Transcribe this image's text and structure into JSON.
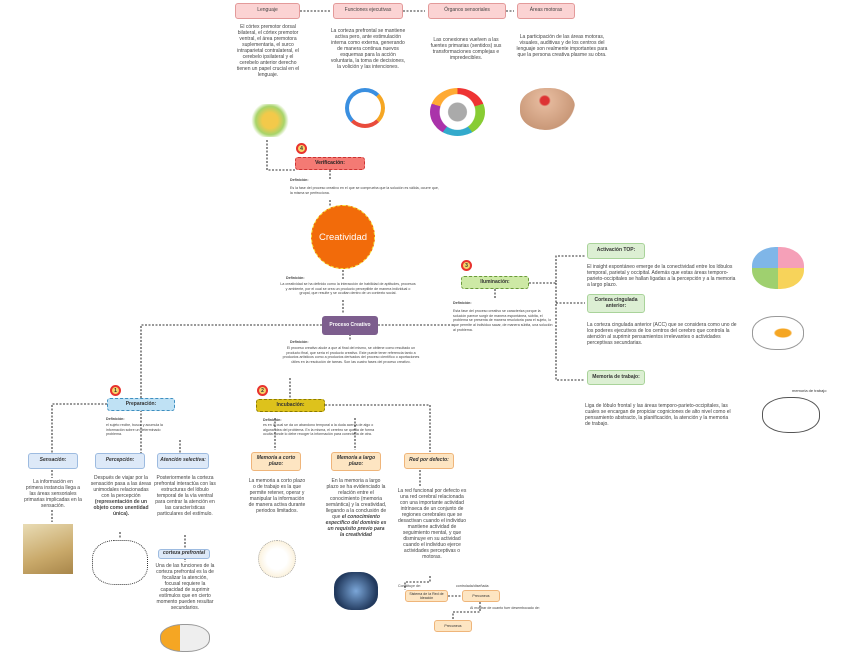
{
  "top": {
    "lenguaje": {
      "label": "Lenguaje",
      "text": "El córtex premotor dorsal bilateral, el córtex premotor ventral, el área premotora suplementaria, el surco intraparietal contralateral, el cerebelo ipsilateral y el cerebelo anterior derecho tienen un papel crucial en el lenguaje."
    },
    "funciones": {
      "label": "Funciones ejecutivas",
      "text": "La corteza prefrontal se mantiene activa pero, ante estimulación interna como externa, generando de manera continua nuevos esquemas para la acción voluntaria, la toma de decisiones, la volición y las intenciones."
    },
    "organos": {
      "label": "Órganos sensoriales",
      "text": "Las conexiones vuelven a las fuentes primarias (sentidos) sus transformaciones complejas e impredecibles."
    },
    "areas": {
      "label": "Áreas motoras",
      "text": "La participación de las áreas motoras, visuales, auditivas y de los centros del lenguaje son realmente importantes para que la persona creativa plasme su obra."
    }
  },
  "verificacion": {
    "badge": "4",
    "label": "Verificación:",
    "def_title": "Definición:",
    "def_text": "Es la fase del proceso creativo en el que se comprueba que la solución es válida, ocurre que, la misma se perfecciona."
  },
  "center": {
    "label": "Creatividad",
    "def_title": "Definición:",
    "def_text": "La creatividad se ha definido como la interacción de habilidad de aptitudes, procesos y ambiente, por el cual se crea un producto perceptible de manera individual o grupal, que resulte y se ocultan dentro de un contexto social."
  },
  "proceso": {
    "label": "Proceso Creativo",
    "def_title": "Definición:",
    "def_text": "El proceso creativo alude a que al final del mismo, se obtiene como resultado un producto final, que sería el producto creativo. Este puede tener referencia tanto a productos artísticos como a productos derivados del proceso científico o aportaciones útiles en la resolución de tareas. Son las cuatro fases del proceso creativo."
  },
  "iluminacion": {
    "badge": "3",
    "label": "Iluminación:",
    "def_title": "Definición:",
    "def_text": "Esta fase del proceso creativo se caracteriza porque la solución parece surgir de manera espontánea, súbita, el problema se presenta de manera resolutoria para el sujeto, lo que permite al individuo sacar, de manera súbita, una solución al problema.",
    "children": [
      {
        "label": "Activación TOP:",
        "text": "El insight espontáneo emerge de la conectividad entre los lóbulos temporal, parietal y occipital. Además que estas áreas temporo-parieto-occipitales se hallan ligadas a la percepción y a la memoria a largo plazo."
      },
      {
        "label": "Corteza cingulada anterior:",
        "text": "La corteza cingulada anterior (ACC) que se considera como uno de los poderes ejecutivos de los centros del cerebro que controla la atención al suprimir pensamientos irrelevantes o actividades perceptivas secundarias."
      },
      {
        "label": "Memoria de trabajo:",
        "text": "Liga de lóbulo frontal y las áreas temporo-parieto-occipitales, las cuales se encargan de propiciar cogniciones de alto nivel como el pensamiento abstracto, la planificación, la atención y la memoria de trabajo."
      }
    ],
    "image_label": "memoria de trabajo"
  },
  "preparacion": {
    "badge": "1",
    "label": "Preparación:",
    "def_title": "Definición:",
    "def_text": "el sujeto recibe, busca y acumula la información sobre un determinado problema.",
    "children": [
      {
        "label": "Sensación:",
        "text": "La información en primera instancia llega a las áreas sensoriales primarias implicadas en la sensación."
      },
      {
        "label": "Percepción:",
        "text": "Después de viajar por la sensación pasa a las áreas unimodales relacionadas con la percepción",
        "bold": "(representación de un objeto como unentidad única)."
      },
      {
        "label": "Atención selectiva:",
        "text": "Posteriormente la corteza prefrontal interactúa con las estructuras del lóbulo temporal de la vía ventral para centrar la atención en las características particulares del estímulo."
      }
    ],
    "sub": {
      "label": "corteza prefrontal",
      "text": "Una de las funciones de la corteza prefrontal es la de focalizar la atención, focusal requiere la capacidad de suprimir estímulos que en cierto momento pueden resultar secundarios."
    }
  },
  "incubacion": {
    "badge": "2",
    "label": "Incubación:",
    "def_title": "Definición:",
    "def_text": "es en la cual se da un abandono temporal a la duda acerca de algo o alguna idea del problema. En la misma, el cerebro se queda de forma oculta donde lo debe recoger la información para conectarla de otra.",
    "children": [
      {
        "label": "Memoria a corto plazo:",
        "text": "La memoria a corto plazo o de trabajo es la que permite retener, operar y manipular la información de manera activa durante periodos limitados."
      },
      {
        "label": "Memoria a largo plazo:",
        "text": "En la memoria a largo plazo se ha evidenciado la relación entre el conocimiento (memoria semántica) y la creatividad, llegando a la conclusión de que",
        "bold": "el conocimiento específico del dominio es un requisito previo para la creatividad"
      },
      {
        "label": "Red por defecto:",
        "text": "La red funcional por defecto es una red cerebral relacionada con una importante actividad intrínseca de un conjunto de regiones cerebrales que se desactivan cuando el individuo mantiene actividad de seguimiento mental, y que disminuye en su actividad cuando el individuo ejerce actividades perceptivas o motoras."
      }
    ],
    "flow": {
      "label1": "Constituye de:",
      "box1": "Sistema de la Red de Ideación",
      "label2": "controlada/diseñada:",
      "box2": "Precuneus",
      "label3": "Al mostrar de cuanto fuer desembocado de:",
      "box3": "Precuneus"
    }
  },
  "colors": {
    "pink": "#fbd3d3",
    "red": "#f47a74",
    "orange": "#f26b0a",
    "purple": "#7d5e8e",
    "green": "#cde9a5",
    "blue": "#bfe1f4",
    "yellow": "#ddc21c",
    "peach": "#fde5c2"
  }
}
